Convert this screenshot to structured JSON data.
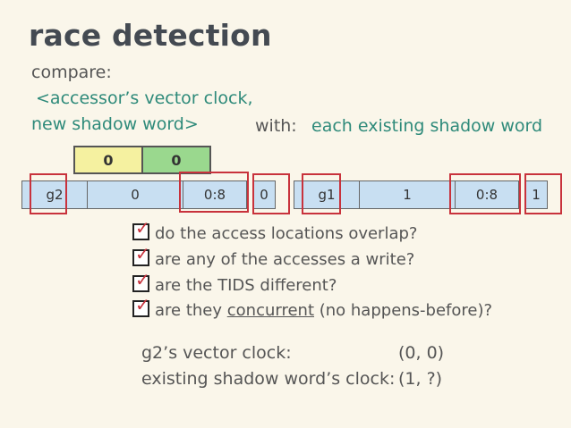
{
  "title": "race detection",
  "intro": {
    "line1": "compare:",
    "line2": "<accessor’s vector clock,",
    "line3": "new shadow word>",
    "with_label": "with:",
    "with_target": "each existing shadow word"
  },
  "vector_clock": [
    "0",
    "0"
  ],
  "accessor_shadow": {
    "tid": "g2",
    "epoch": "0",
    "range": "0:8",
    "write": "0"
  },
  "existing_shadow": {
    "tid": "g1",
    "epoch": "1",
    "range": "0:8",
    "write": "1"
  },
  "checks": [
    {
      "text": "do the access locations overlap?"
    },
    {
      "text": "are any of the accesses a write?"
    },
    {
      "text": "are the TIDS different?"
    },
    {
      "pre": "are they ",
      "underlined": "concurrent",
      "post": " (no happens-before)?"
    }
  ],
  "check_mark": "✓",
  "clocks": {
    "g2_label": "g2’s vector clock:",
    "g2_value": "(0, 0)",
    "existing_label": "existing shadow word’s clock:",
    "existing_value": "(1, ?)"
  },
  "colors": {
    "accent_red": "#c8323c",
    "teal": "#2e8a7a",
    "vc_yellow": "#f5f1a0",
    "vc_green": "#9ad88e",
    "shadow_blue": "#c8dff2"
  }
}
